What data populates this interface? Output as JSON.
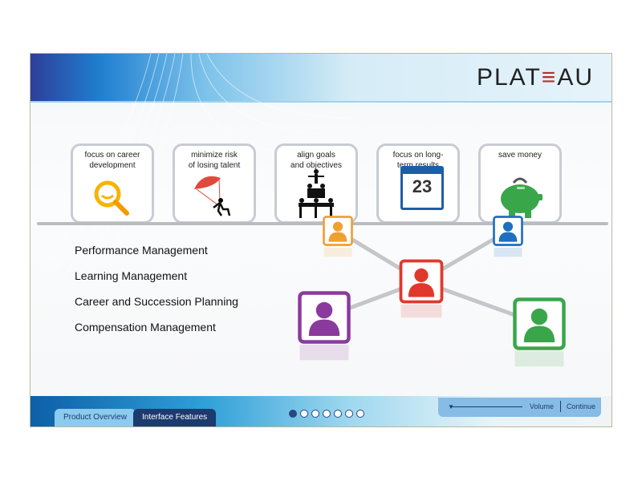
{
  "logo": {
    "text": "PLATEAU"
  },
  "cards": [
    {
      "line1": "focus on career",
      "line2": "development",
      "icon": "magnifier-icon"
    },
    {
      "line1": "minimize risk",
      "line2": "of losing talent",
      "icon": "parachute-icon"
    },
    {
      "line1": "align goals",
      "line2": "and objectives",
      "icon": "human-pyramid-icon"
    },
    {
      "line1": "focus on long-",
      "line2": "term results",
      "icon": "calendar-icon",
      "calendar_day": "23"
    },
    {
      "line1": "save money",
      "line2": "",
      "icon": "piggy-bank-icon"
    }
  ],
  "items": [
    "Performance Management",
    "Learning Management",
    "Career and Succession Planning",
    "Compensation Management"
  ],
  "people_colors": {
    "orange": "#f0a030",
    "blue": "#1f6fc0",
    "red": "#e0392c",
    "purple": "#8a3a9c",
    "green": "#3aa64a"
  },
  "footer": {
    "tabs": [
      "Product Overview",
      "Interface Features"
    ],
    "pages": 7,
    "current_page": 1,
    "volume_label": "Volume",
    "continue_label": "Continue"
  }
}
